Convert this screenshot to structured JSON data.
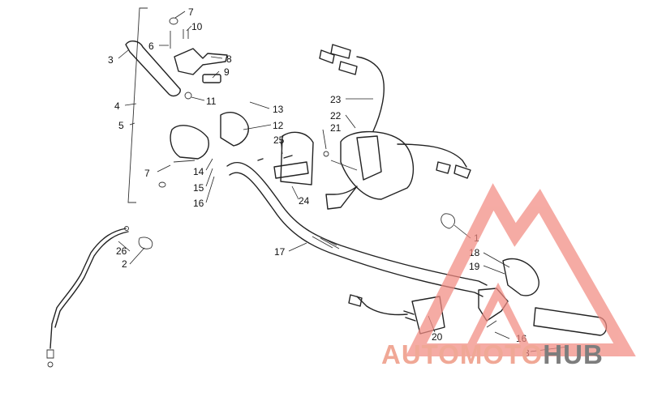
{
  "callouts": [
    {
      "id": "c7a",
      "text": "7"
    },
    {
      "id": "c10",
      "text": "10"
    },
    {
      "id": "c6",
      "text": "6"
    },
    {
      "id": "c3a",
      "text": "3"
    },
    {
      "id": "c8",
      "text": "8"
    },
    {
      "id": "c9",
      "text": "9"
    },
    {
      "id": "c11",
      "text": "11"
    },
    {
      "id": "c4",
      "text": "4"
    },
    {
      "id": "c5",
      "text": "5"
    },
    {
      "id": "c13",
      "text": "13"
    },
    {
      "id": "c12",
      "text": "12"
    },
    {
      "id": "c23",
      "text": "23"
    },
    {
      "id": "c22",
      "text": "22"
    },
    {
      "id": "c21",
      "text": "21"
    },
    {
      "id": "c25",
      "text": "25"
    },
    {
      "id": "c7b",
      "text": "7"
    },
    {
      "id": "c14",
      "text": "14"
    },
    {
      "id": "c15",
      "text": "15"
    },
    {
      "id": "c16a",
      "text": "16"
    },
    {
      "id": "c24",
      "text": "24"
    },
    {
      "id": "c17",
      "text": "17"
    },
    {
      "id": "c26",
      "text": "26"
    },
    {
      "id": "c2",
      "text": "2"
    },
    {
      "id": "c1",
      "text": "1"
    },
    {
      "id": "c18",
      "text": "18"
    },
    {
      "id": "c19",
      "text": "19"
    },
    {
      "id": "c20",
      "text": "20"
    },
    {
      "id": "c16b",
      "text": "16"
    },
    {
      "id": "c3b",
      "text": "3"
    }
  ],
  "watermark": {
    "part1": "AUTOMOTO",
    "part2": "HUB",
    "color_primary": "#f0a896",
    "color_secondary": "#7d7d7d",
    "logo_color": "#f28b82"
  }
}
